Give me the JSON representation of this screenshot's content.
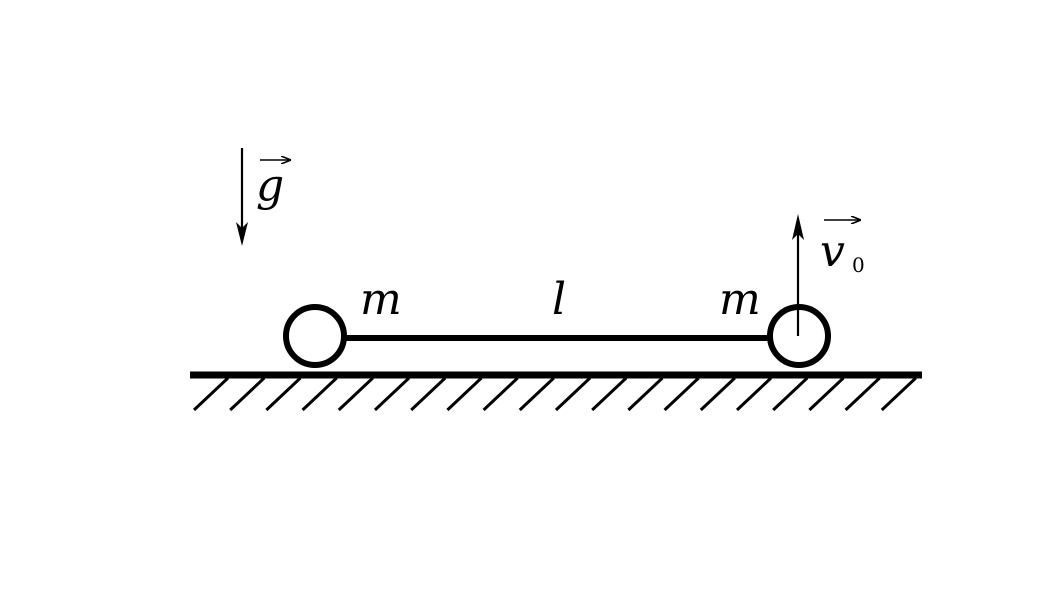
{
  "labels": {
    "gravity": "g",
    "mass_left": "m",
    "length": "l",
    "mass_right": "m",
    "velocity": "v",
    "velocity_subscript": "0"
  },
  "colors": {
    "ink": "#000000",
    "background": "#ffffff"
  }
}
